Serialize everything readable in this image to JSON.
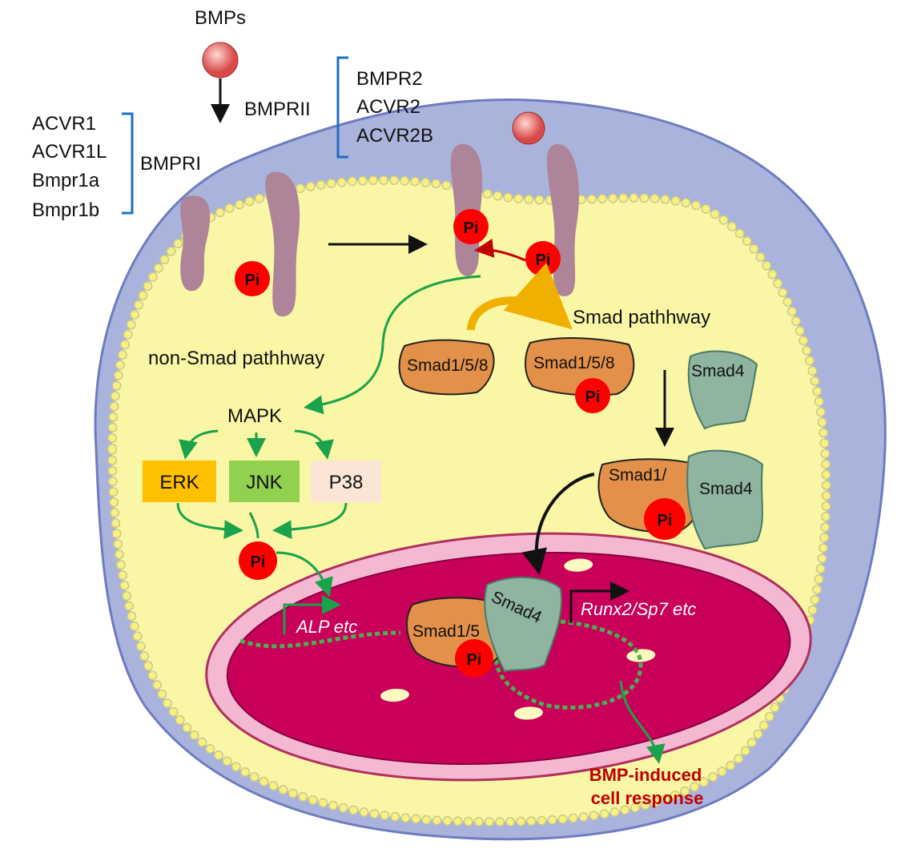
{
  "ligand": {
    "label": "BMPs"
  },
  "type2_receptor": {
    "label": "BMPRII",
    "members": [
      "BMPR2",
      "ACVR2",
      "ACVR2B"
    ]
  },
  "type1_receptor": {
    "label": "BMPRI",
    "members": [
      "ACVR1",
      "ACVR1L",
      "Bmpr1a",
      "Bmpr1b"
    ]
  },
  "phospho_label": "Pi",
  "pathways": {
    "non_smad": "non-Smad pathhway",
    "smad": "Smad pathhway"
  },
  "mapk": {
    "label": "MAPK",
    "kinases": [
      {
        "label": "ERK",
        "color": "#ffc000"
      },
      {
        "label": "JNK",
        "color": "#92d050"
      },
      {
        "label": "P38",
        "color": "#fbe5d6"
      }
    ]
  },
  "smads": {
    "r_smad": "Smad1/5/8",
    "co_smad": "Smad4",
    "complex_r_smad": "Smad1/",
    "nuclear_r_smad": "Smad1/5"
  },
  "genes": {
    "alp": "ALP etc",
    "runx2": "Runx2/Sp7 etc"
  },
  "response": {
    "line1": "BMP-induced",
    "line2": "cell response"
  },
  "colors": {
    "cytoplasm": "#f9f6a6",
    "membrane": "#aab3dc",
    "nucleus": "#c8005a",
    "pi": "#ff0000",
    "arrow_green": "#1aa34a",
    "bracket": "#1f6fc0"
  }
}
